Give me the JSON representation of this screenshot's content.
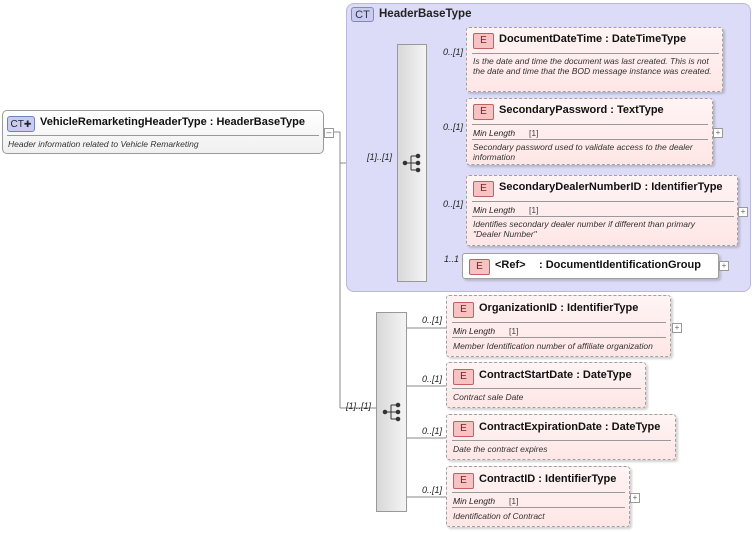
{
  "root": {
    "badge": "CT",
    "name": "VehicleRemarketingHeaderType",
    "type": "HeaderBaseType",
    "doc": "Header information related to Vehicle Remarketing"
  },
  "base": {
    "badge": "CT",
    "title": "HeaderBaseType"
  },
  "cards": {
    "main_seq": "[1]..[1]",
    "second_seq": "[1]..[1]"
  },
  "base_elements": [
    {
      "card": "0..[1]",
      "badge": "E",
      "name": "DocumentDateTime",
      "type": "DateTimeType",
      "doc": "Is the date and time the document was last created. This is not the date and time that the BOD message instance was created."
    },
    {
      "card": "0..[1]",
      "badge": "E",
      "name": "SecondaryPassword",
      "type": "TextType",
      "facet": "Min Length",
      "facet_value": "[1]",
      "doc": "Secondary password used to validate access to the dealer information"
    },
    {
      "card": "0..[1]",
      "badge": "E",
      "name": "SecondaryDealerNumberID",
      "type": "IdentifierType",
      "facet": "Min Length",
      "facet_value": "[1]",
      "doc": "Identifies secondary dealer number if different than primary \"Dealer Number\""
    },
    {
      "card": "1..1",
      "badge": "E",
      "name": "<Ref>",
      "type": "DocumentIdentificationGroup"
    }
  ],
  "elements": [
    {
      "card": "0..[1]",
      "badge": "E",
      "name": "OrganizationID",
      "type": "IdentifierType",
      "facet": "Min Length",
      "facet_value": "[1]",
      "doc": "Member Identification number of affiliate organization"
    },
    {
      "card": "0..[1]",
      "badge": "E",
      "name": "ContractStartDate",
      "type": "DateType",
      "doc": "Contract sale Date"
    },
    {
      "card": "0..[1]",
      "badge": "E",
      "name": "ContractExpirationDate",
      "type": "DateType",
      "doc": "Date the contract expires"
    },
    {
      "card": "0..[1]",
      "badge": "E",
      "name": "ContractID",
      "type": "IdentifierType",
      "facet": "Min Length",
      "facet_value": "[1]",
      "doc": "Identification of Contract"
    }
  ]
}
